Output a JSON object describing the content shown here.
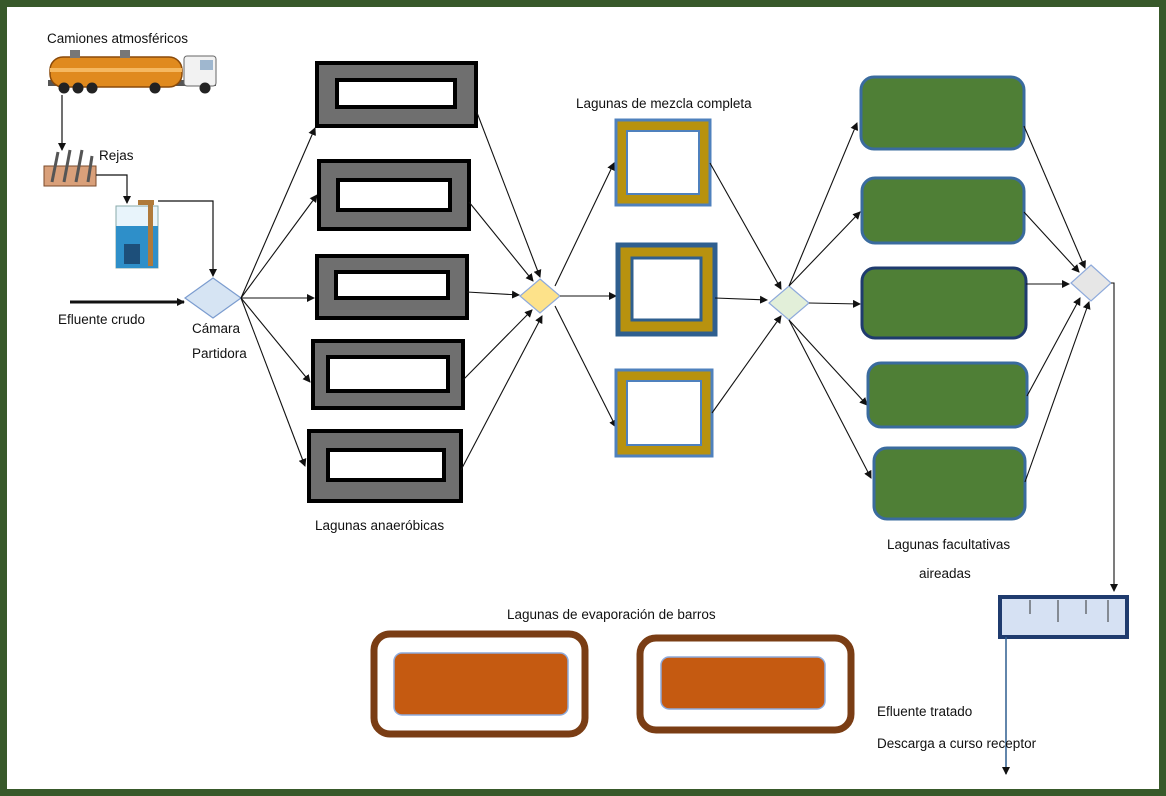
{
  "labels": {
    "trucks": "Camiones atmosféricos",
    "screens": "Rejas",
    "raw_effluent": "Efluente crudo",
    "splitter_line1": "Cámara",
    "splitter_line2": "Partidora",
    "anaerobic": "Lagunas anaeróbicas",
    "complete_mix": "Lagunas de mezcla completa",
    "facultative_line1": "Lagunas facultativas",
    "facultative_line2": "aireadas",
    "sludge": "Lagunas de evaporación de barros",
    "treated_effluent": "Efluente tratado",
    "discharge": "Descarga a curso receptor"
  },
  "colors": {
    "frame": "#38592a",
    "anaerobic_outer": "#6f6f6f",
    "mix_gold": "#b8920f",
    "mix_blue": "#2f5f8f",
    "facultative_fill": "#4f7f36",
    "facultative_border": "#3a6b9e",
    "sludge_outer": "#7a3d14",
    "sludge_inner": "#c55a11",
    "splitter_fill": "#d6e4f3",
    "node2_fill": "#fde28a",
    "node3_fill": "#e2efd9",
    "node4_fill": "#e6e6e6",
    "meter_fill": "#d6e1f3",
    "meter_border": "#1f3b6e"
  },
  "icons": [
    "tanker-truck-icon",
    "screen-bars-icon",
    "pump-tank-icon"
  ]
}
